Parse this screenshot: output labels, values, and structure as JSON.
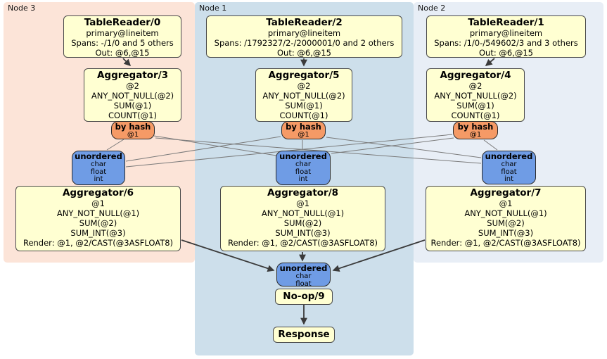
{
  "regions": [
    {
      "label": "Node 3",
      "color": "#fce4d8"
    },
    {
      "label": "Node 1",
      "color": "#cddfeb"
    },
    {
      "label": "Node 2",
      "color": "#e8eef6"
    }
  ],
  "colors": {
    "processor_fill": "#ffffd2",
    "processor_border": "#4a4a4a",
    "hash_router_fill": "#f59a66",
    "unordered_router_fill": "#6f9ce5",
    "thin_edge": "#7a7a7a",
    "arrow_edge": "#3b3b3b",
    "node3_region": "#fce4d8",
    "node1_region": "#cddfeb",
    "node2_region": "#e8eef6"
  },
  "processors": {
    "tr0": {
      "title": "TableReader/0",
      "lines": [
        "primary@lineitem",
        "Spans: -/1/0 and 5 others",
        "Out: @6,@15"
      ]
    },
    "tr2": {
      "title": "TableReader/2",
      "lines": [
        "primary@lineitem",
        "Spans: /1792327/2-/2000001/0 and 2 others",
        "Out: @6,@15"
      ]
    },
    "tr1": {
      "title": "TableReader/1",
      "lines": [
        "primary@lineitem",
        "Spans: /1/0-/549602/3 and 3 others",
        "Out: @6,@15"
      ]
    },
    "agg3": {
      "title": "Aggregator/3",
      "lines": [
        "@2",
        "ANY_NOT_NULL(@2)",
        "SUM(@1)",
        "COUNT(@1)"
      ]
    },
    "agg5": {
      "title": "Aggregator/5",
      "lines": [
        "@2",
        "ANY_NOT_NULL(@2)",
        "SUM(@1)",
        "COUNT(@1)"
      ]
    },
    "agg4": {
      "title": "Aggregator/4",
      "lines": [
        "@2",
        "ANY_NOT_NULL(@2)",
        "SUM(@1)",
        "COUNT(@1)"
      ]
    },
    "agg6": {
      "title": "Aggregator/6",
      "lines": [
        "@1",
        "ANY_NOT_NULL(@1)",
        "SUM(@2)",
        "SUM_INT(@3)",
        "Render: @1, @2/CAST(@3ASFLOAT8)"
      ]
    },
    "agg8": {
      "title": "Aggregator/8",
      "lines": [
        "@1",
        "ANY_NOT_NULL(@1)",
        "SUM(@2)",
        "SUM_INT(@3)",
        "Render: @1, @2/CAST(@3ASFLOAT8)"
      ]
    },
    "agg7": {
      "title": "Aggregator/7",
      "lines": [
        "@1",
        "ANY_NOT_NULL(@1)",
        "SUM(@2)",
        "SUM_INT(@3)",
        "Render: @1, @2/CAST(@3ASFLOAT8)"
      ]
    },
    "noop": {
      "title": "No-op/9"
    },
    "response": {
      "title": "Response"
    }
  },
  "routers": {
    "hash_node3": {
      "title": "by hash",
      "lines": [
        "@1"
      ]
    },
    "hash_node1": {
      "title": "by hash",
      "lines": [
        "@1"
      ]
    },
    "hash_node2": {
      "title": "by hash",
      "lines": [
        "@1"
      ]
    },
    "unordered_node3": {
      "title": "unordered",
      "lines": [
        "char",
        "float",
        "int"
      ]
    },
    "unordered_node1": {
      "title": "unordered",
      "lines": [
        "char",
        "float",
        "int"
      ]
    },
    "unordered_node2": {
      "title": "unordered",
      "lines": [
        "char",
        "float",
        "int"
      ]
    },
    "unordered_final": {
      "title": "unordered",
      "lines": [
        "char",
        "float"
      ]
    }
  }
}
